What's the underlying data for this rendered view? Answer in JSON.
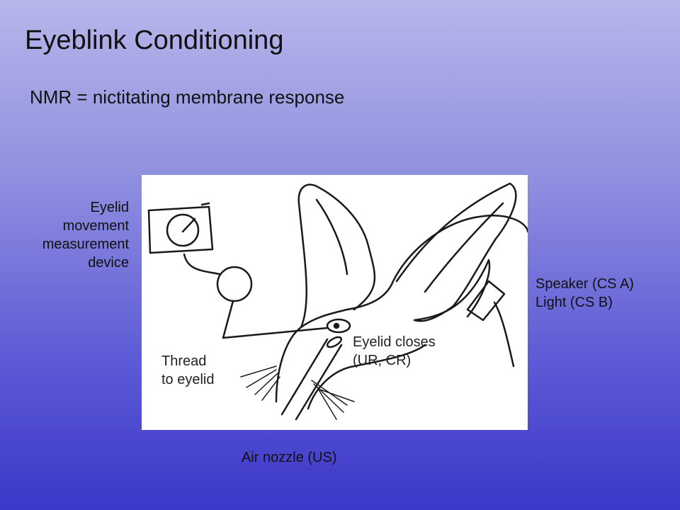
{
  "slide": {
    "title": "Eyeblink Conditioning",
    "subtitle": "NMR = nictitating membrane response"
  },
  "labels": {
    "device": [
      "Eyelid",
      "movement",
      "measurement",
      "device"
    ],
    "stimulus": [
      "Speaker (CS A)",
      "Light (CS B)"
    ],
    "thread": [
      "Thread",
      "to eyelid"
    ],
    "eyelid": [
      "Eyelid closes",
      "(UR, CR)"
    ],
    "nozzle": "Air nozzle (US)"
  },
  "colors": {
    "background_top": "#b7b6ea",
    "background_bottom": "#3b37c9",
    "panel": "#ffffff",
    "ink": "#111111"
  }
}
